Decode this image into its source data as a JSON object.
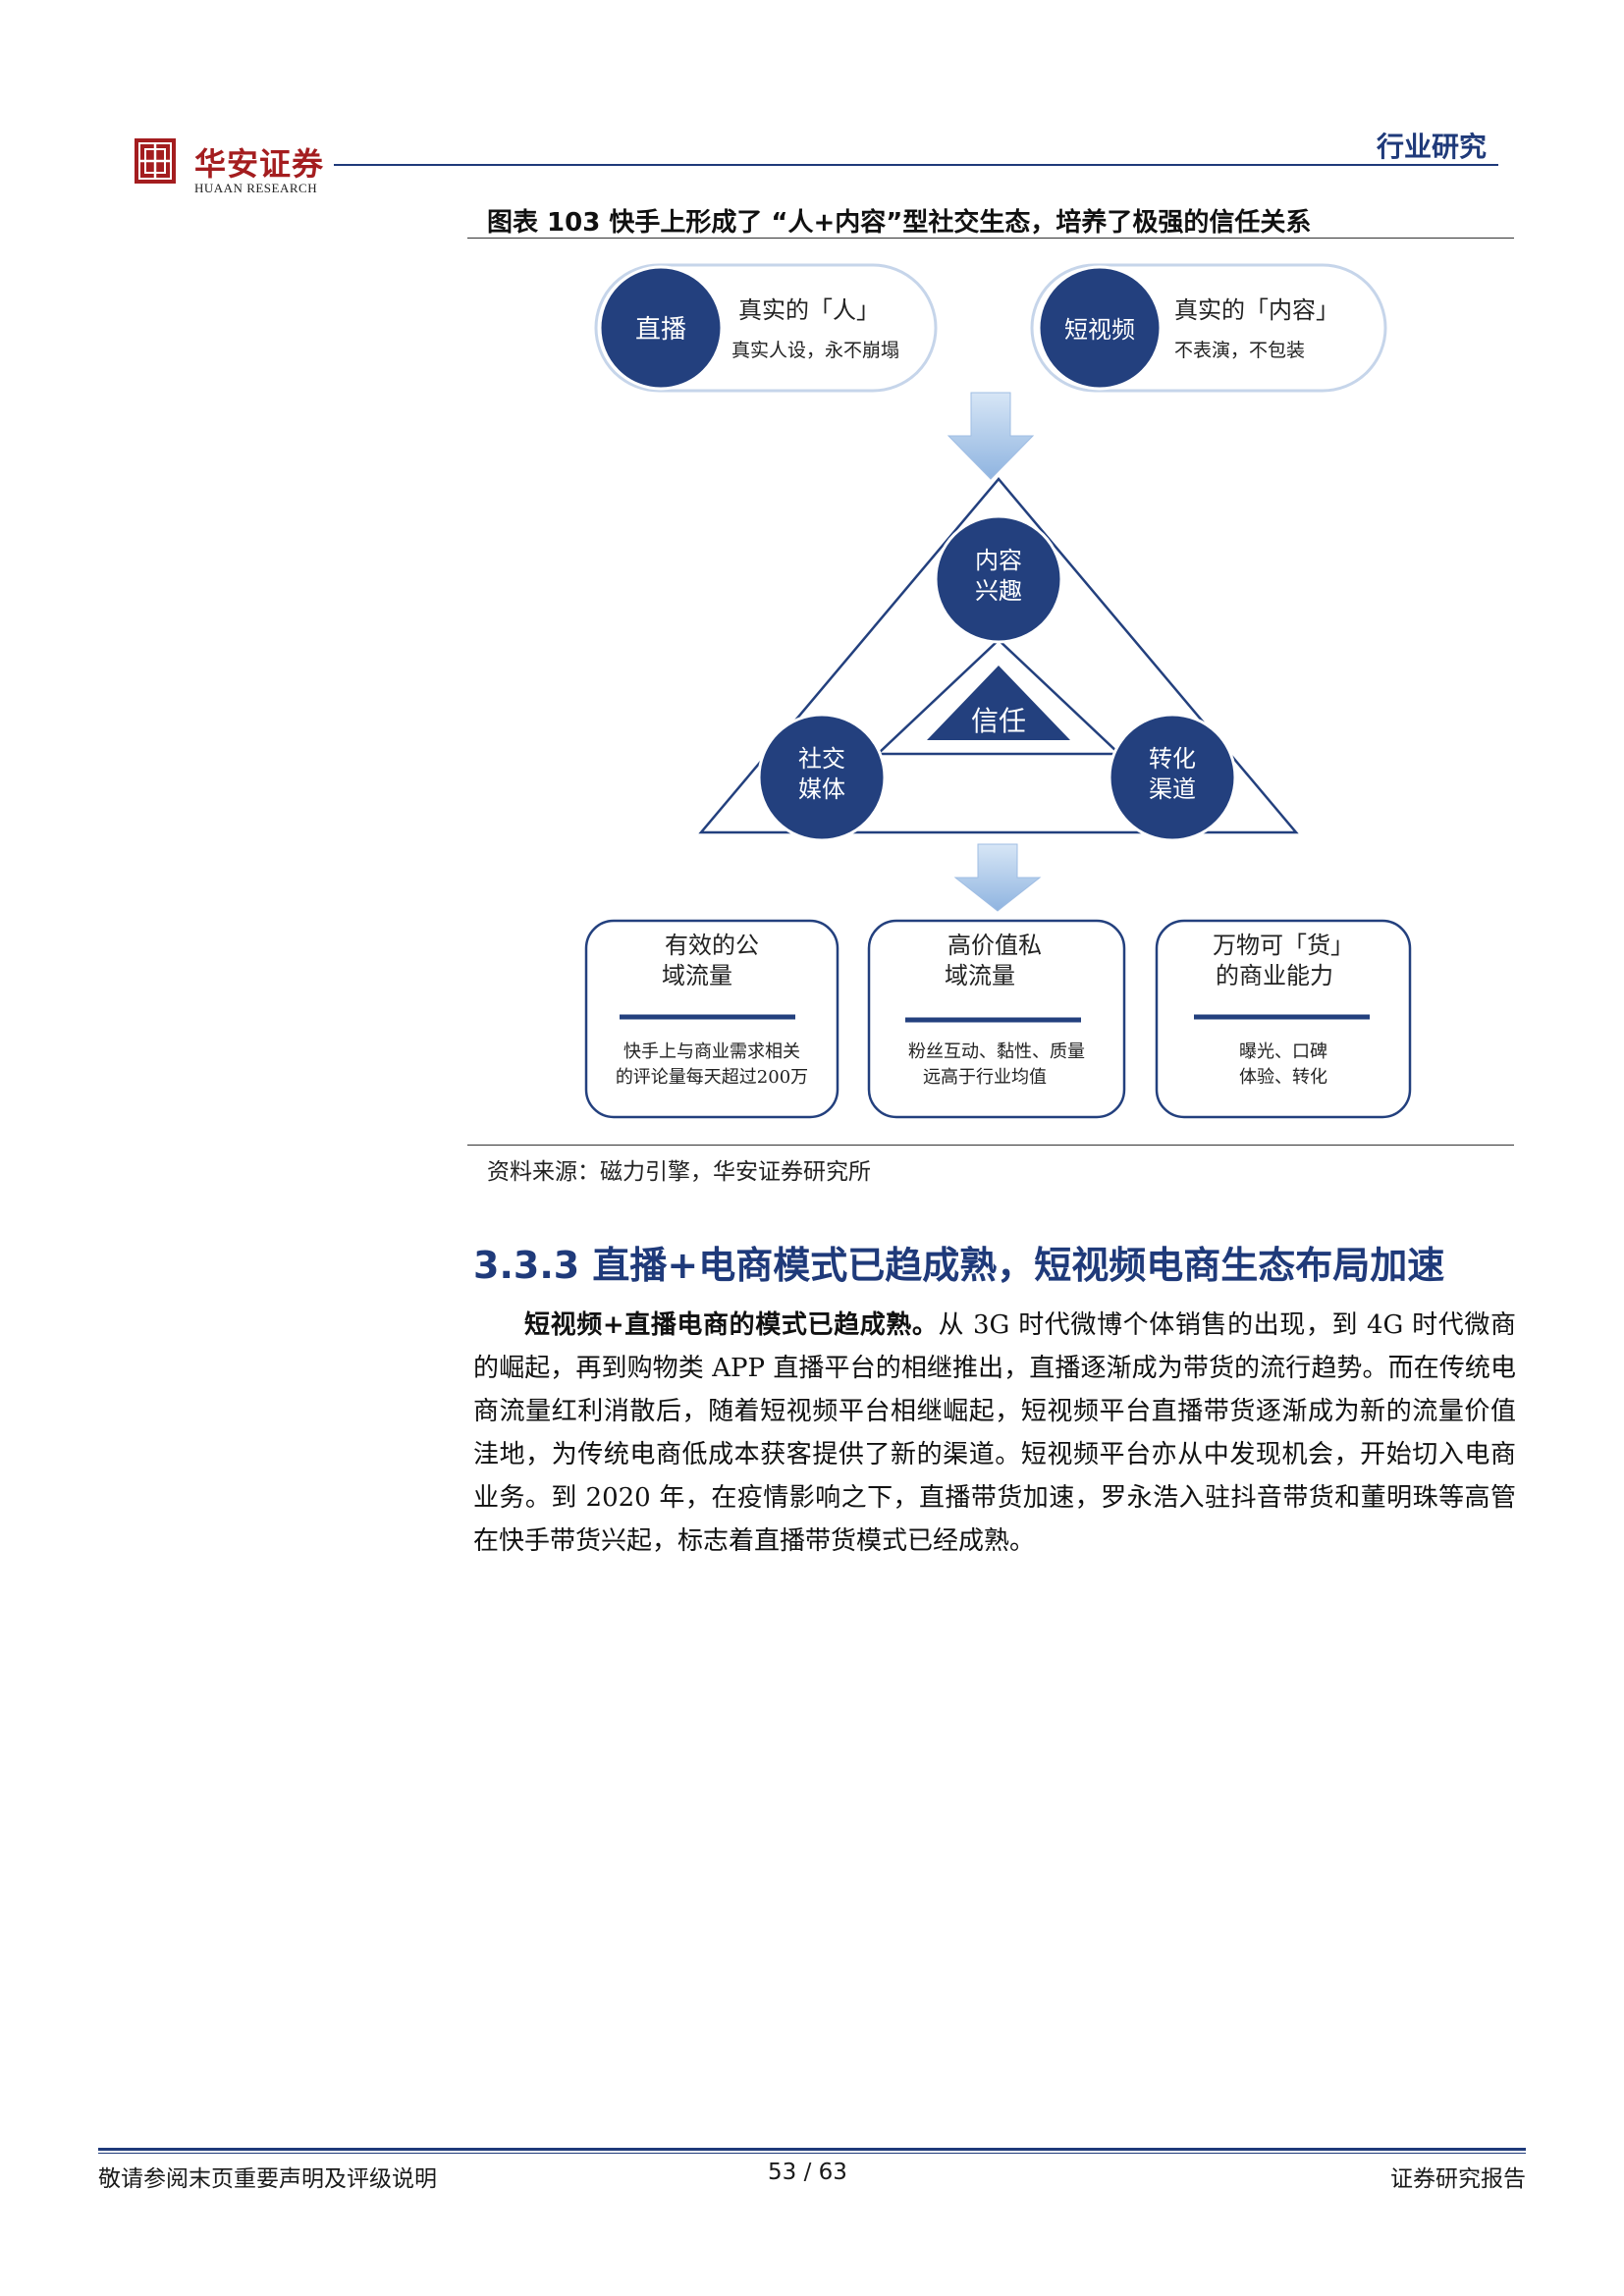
{
  "header": {
    "brand_cn": "华安证券",
    "brand_en": "HUAAN RESEARCH",
    "section_label": "行业研究"
  },
  "figure": {
    "title": "图表 103 快手上形成了 “人+内容”型社交生态，培养了极强的信任关系",
    "top_left": {
      "circle": "直播",
      "title": "真实的「人」",
      "desc": "真实人设，永不崩塌"
    },
    "top_right": {
      "circle": "短视频",
      "title": "真实的「内容」",
      "desc": "不表演，不包装"
    },
    "triangle": {
      "top_line1": "内容",
      "top_line2": "兴趣",
      "left_line1": "社交",
      "left_line2": "媒体",
      "right_line1": "转化",
      "right_line2": "渠道",
      "center": "信任"
    },
    "boxes": [
      {
        "title_line1": "有效的公",
        "title_line2": "域流量",
        "desc_line1": "快手上与商业需求相关",
        "desc_line2": "的评论量每天超过200万"
      },
      {
        "title_line1": "高价值私",
        "title_line2": "域流量",
        "desc_line1": "粉丝互动、黏性、质量",
        "desc_line2": "远高于行业均值"
      },
      {
        "title_line1": "万物可「货」",
        "title_line2": "的商业能力",
        "desc_line1": "曝光、口碑",
        "desc_line2": "体验、转化"
      }
    ],
    "source": "资料来源：磁力引擎，华安证券研究所",
    "colors": {
      "navy": "#23407e",
      "light_blue": "#a9c6e8",
      "ring": "#cfdcec"
    }
  },
  "section": {
    "heading": "3.3.3 直播+电商模式已趋成熟，短视频电商生态布局加速",
    "lead_bold": "短视频+直播电商的模式已趋成熟。",
    "body": "从 3G 时代微博个体销售的出现，到 4G 时代微商的崛起，再到购物类 APP 直播平台的相继推出，直播逐渐成为带货的流行趋势。而在传统电商流量红利消散后，随着短视频平台相继崛起，短视频平台直播带货逐渐成为新的流量价值洼地，为传统电商低成本获客提供了新的渠道。短视频平台亦从中发现机会，开始切入电商业务。到 2020 年，在疫情影响之下，直播带货加速，罗永浩入驻抖音带货和董明珠等高管在快手带货兴起，标志着直播带货模式已经成熟。"
  },
  "footer": {
    "left": "敬请参阅末页重要声明及评级说明",
    "page": "53 / 63",
    "right": "证券研究报告"
  }
}
